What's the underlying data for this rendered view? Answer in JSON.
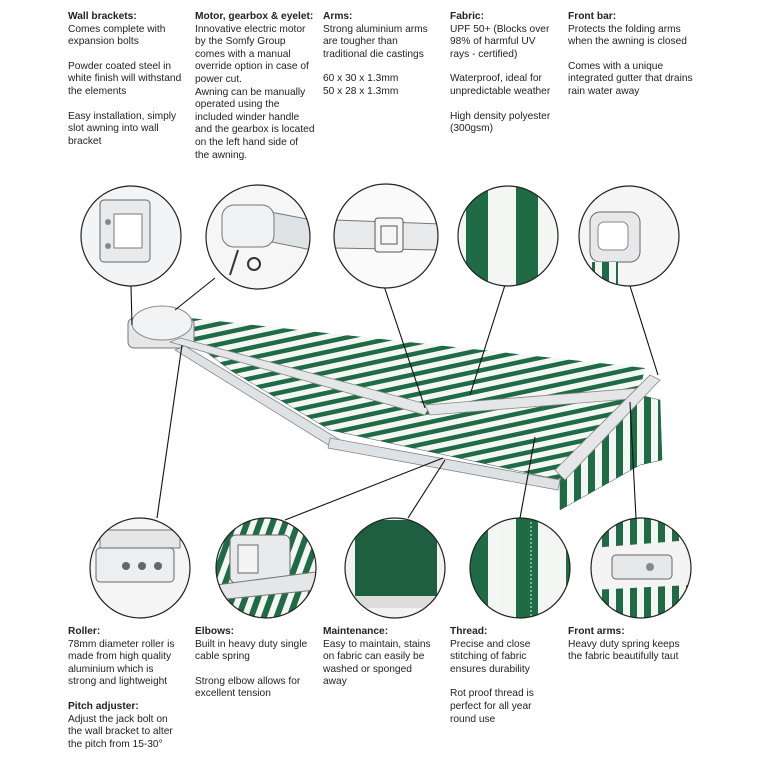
{
  "top": [
    {
      "heading": "Wall brackets:",
      "paras": [
        "Comes complete with\nexpansion bolts",
        "Powder coated steel in\nwhite finish will withstand\nthe elements",
        "Easy installation, simply\nslot awning into wall\nbracket"
      ]
    },
    {
      "heading": "Motor, gearbox & eyelet:",
      "paras": [
        "Innovative electric motor\nby the Somfy Group\ncomes with a manual\noverride option in case of\npower cut.\nAwning can be manually\noperated using the\nincluded winder handle\nand the gearbox is located\non the left hand side of\nthe awning."
      ]
    },
    {
      "heading": "Arms:",
      "paras": [
        "Strong aluminium arms\nare tougher than\ntraditional die castings",
        "60 x 30 x 1.3mm\n50 x 28 x 1.3mm"
      ]
    },
    {
      "heading": "Fabric:",
      "paras": [
        "UPF 50+ (Blocks over\n98% of harmful UV\nrays - certified)",
        "Waterproof, ideal for\nunpredictable weather",
        "High density polyester\n(300gsm)"
      ]
    },
    {
      "heading": "Front bar:",
      "paras": [
        "Protects the folding arms\nwhen the awning is closed",
        "Comes with a unique\nintegrated gutter that drains\nrain water away"
      ]
    }
  ],
  "bottom": [
    {
      "heading": "Roller:",
      "paras": [
        "78mm diameter roller is\nmade from high quality\naluminium which is\nstrong and lightweight"
      ]
    },
    {
      "heading": "Elbows:",
      "paras": [
        "Built in heavy duty single\ncable spring",
        "Strong elbow allows for\nexcellent tension"
      ]
    },
    {
      "heading": "Maintenance:",
      "paras": [
        "Easy to maintain, stains\non fabric can easily be\nwashed or sponged\naway"
      ]
    },
    {
      "heading": "Thread:",
      "paras": [
        "Precise and close\nstitching of fabric\nensures durability",
        "Rot proof thread is\nperfect for all year\nround use"
      ]
    },
    {
      "heading": "Front arms:",
      "paras": [
        "Heavy duty spring keeps\nthe fabric beautifully taut"
      ]
    }
  ],
  "pitch": {
    "heading": "Pitch adjuster:",
    "paras": [
      "Adjust the jack bolt on\nthe wall bracket to alter\nthe pitch from 15-30°"
    ]
  },
  "colors": {
    "stripe_green": "#1f6b45",
    "stripe_white": "#f4f6f4",
    "frame": "#e4e6e8",
    "outline": "#333333"
  }
}
